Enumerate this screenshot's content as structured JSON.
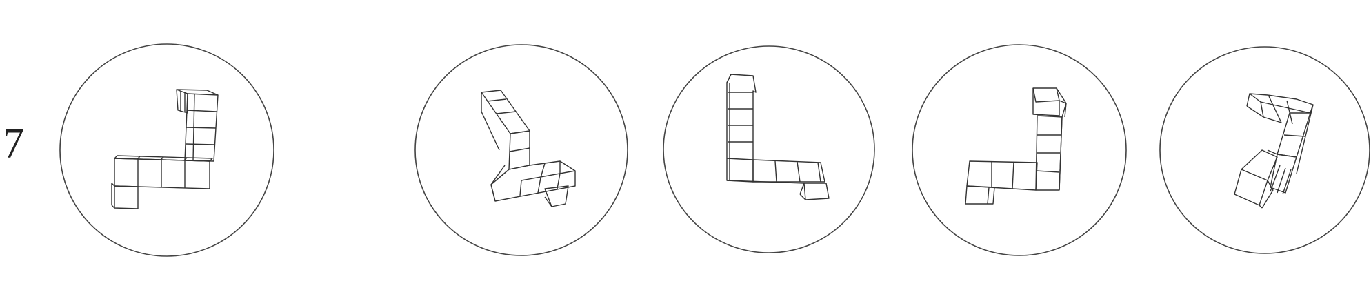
{
  "item": {
    "number": "7"
  },
  "figures": [
    {
      "id": "standard",
      "role": "target-figure",
      "icon": "l-shaped-cube-stack"
    },
    {
      "id": "option-1",
      "role": "answer-option",
      "icon": "l-shaped-cube-stack"
    },
    {
      "id": "option-2",
      "role": "answer-option",
      "icon": "l-shaped-cube-stack"
    },
    {
      "id": "option-3",
      "role": "answer-option",
      "icon": "l-shaped-cube-stack"
    },
    {
      "id": "option-4",
      "role": "answer-option",
      "icon": "l-shaped-cube-stack"
    }
  ],
  "colors": {
    "line": "#333333",
    "background": "#ffffff"
  }
}
